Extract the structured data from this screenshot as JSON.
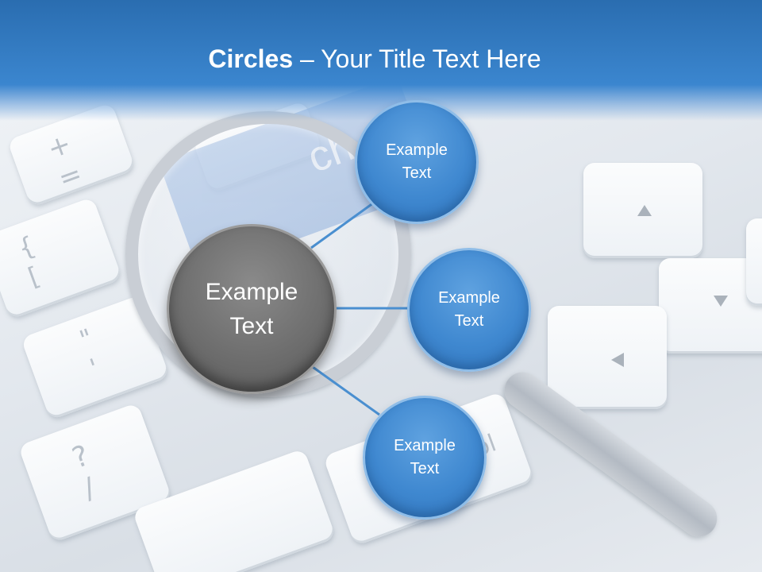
{
  "slide": {
    "title_bold": "Circles",
    "title_rest": " – Your Title Text Here",
    "colors": {
      "header": "#3b86cf",
      "circle_blue": "#3f88d0",
      "circle_gray": "#6e6e6e",
      "connector": "#4a8fd0"
    },
    "center_circle": {
      "label": "Example\nText"
    },
    "outer_circles": [
      {
        "label": "Example\nText"
      },
      {
        "label": "Example\nText"
      },
      {
        "label": "Example\nText"
      }
    ]
  }
}
